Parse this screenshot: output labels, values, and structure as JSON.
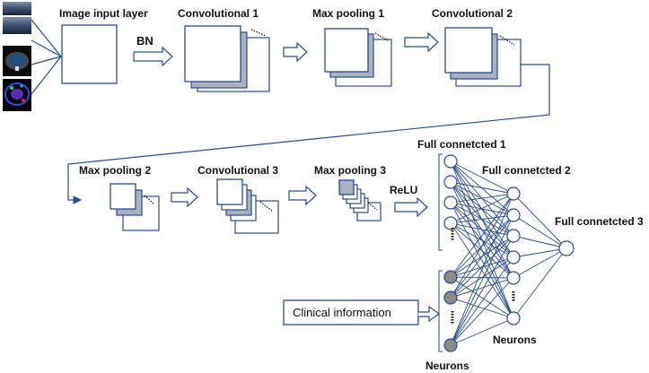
{
  "diagram": {
    "stages": {
      "input": "Image input layer",
      "bn": "BN",
      "conv1": "Convolutional 1",
      "pool1": "Max pooling 1",
      "conv2": "Convolutional 2",
      "pool2": "Max pooling 2",
      "conv3": "Convolutional 3",
      "pool3": "Max pooling 3",
      "relu": "ReLU"
    },
    "fc": {
      "fc1": "Full connetcted 1",
      "fc2": "Full connetcted 2",
      "fc3": "Full connetcted 3"
    },
    "clinical": "Clinical information",
    "neurons_fc2": "Neurons",
    "neurons_clinical": "Neurons",
    "input_images": [
      "ultrasound",
      "ultrasound",
      "ct-scan",
      "color-doppler"
    ],
    "colors": {
      "stroke": "#2a4a8a",
      "shade": "#aab2c2",
      "clinical_node": "#8a8a8a",
      "arrow_fill": "#ffffff",
      "text": "#111111"
    }
  }
}
